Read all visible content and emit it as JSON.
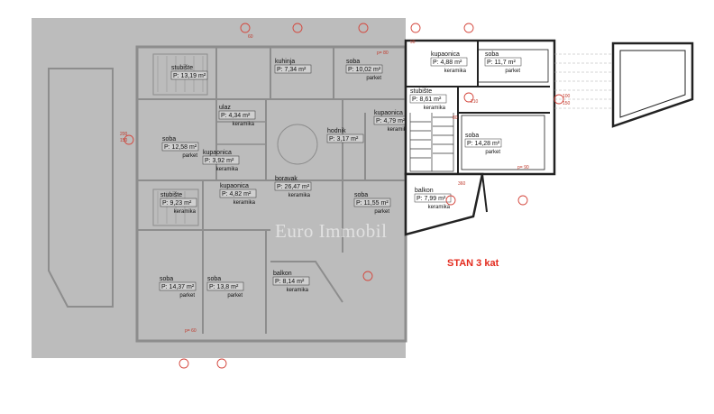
{
  "apartment_label": "STAN 3 kat",
  "watermark": "Euro Immobil",
  "highlighted_rooms": [
    {
      "name": "kupaonica",
      "area": "P:  4,88 m²",
      "material": "keramika"
    },
    {
      "name": "soba",
      "area": "P:  11,7 m²",
      "material": "parket"
    },
    {
      "name": "stubište",
      "area": "P:  8,61 m²",
      "material": "keramika"
    },
    {
      "name": "soba",
      "area": "P: 14,28 m²",
      "material": "parket"
    },
    {
      "name": "balkon",
      "area": "P:  7,99 m²",
      "material": "keramika"
    }
  ],
  "faded_rooms": [
    {
      "name": "stubište",
      "area": "P: 13,19 m²",
      "material": ""
    },
    {
      "name": "kuhinja",
      "area": "P:  7,34 m²",
      "material": ""
    },
    {
      "name": "soba",
      "area": "P: 10,02 m²",
      "material": "parket"
    },
    {
      "name": "ulaz",
      "area": "P:  4,34 m²",
      "material": "keramika"
    },
    {
      "name": "soba",
      "area": "P: 12,58 m²",
      "material": "parket"
    },
    {
      "name": "kupaonica",
      "area": "P:  3,92 m²",
      "material": "keramika"
    },
    {
      "name": "hodnik",
      "area": "P:  3,17 m²",
      "material": ""
    },
    {
      "name": "kupaonica",
      "area": "P:  4,79 m²",
      "material": "keramika"
    },
    {
      "name": "stubište",
      "area": "P:  9,23 m²",
      "material": "keramika"
    },
    {
      "name": "kupaonica",
      "area": "P:  4,82 m²",
      "material": "keramika"
    },
    {
      "name": "boravak",
      "area": "P: 26,47 m²",
      "material": "keramika"
    },
    {
      "name": "soba",
      "area": "P: 11,55 m²",
      "material": "parket"
    },
    {
      "name": "soba",
      "area": "P: 14,37 m²",
      "material": "parket"
    },
    {
      "name": "soba",
      "area": "P: 13,8 m²",
      "material": "parket"
    },
    {
      "name": "balkon",
      "area": "P:  8,14 m²",
      "material": "keramika"
    }
  ],
  "dimensions": [
    "100",
    "150",
    "90",
    "210",
    "80",
    "60",
    "200",
    "150",
    "360",
    "p= 90",
    "p= 60",
    "p= 80"
  ]
}
